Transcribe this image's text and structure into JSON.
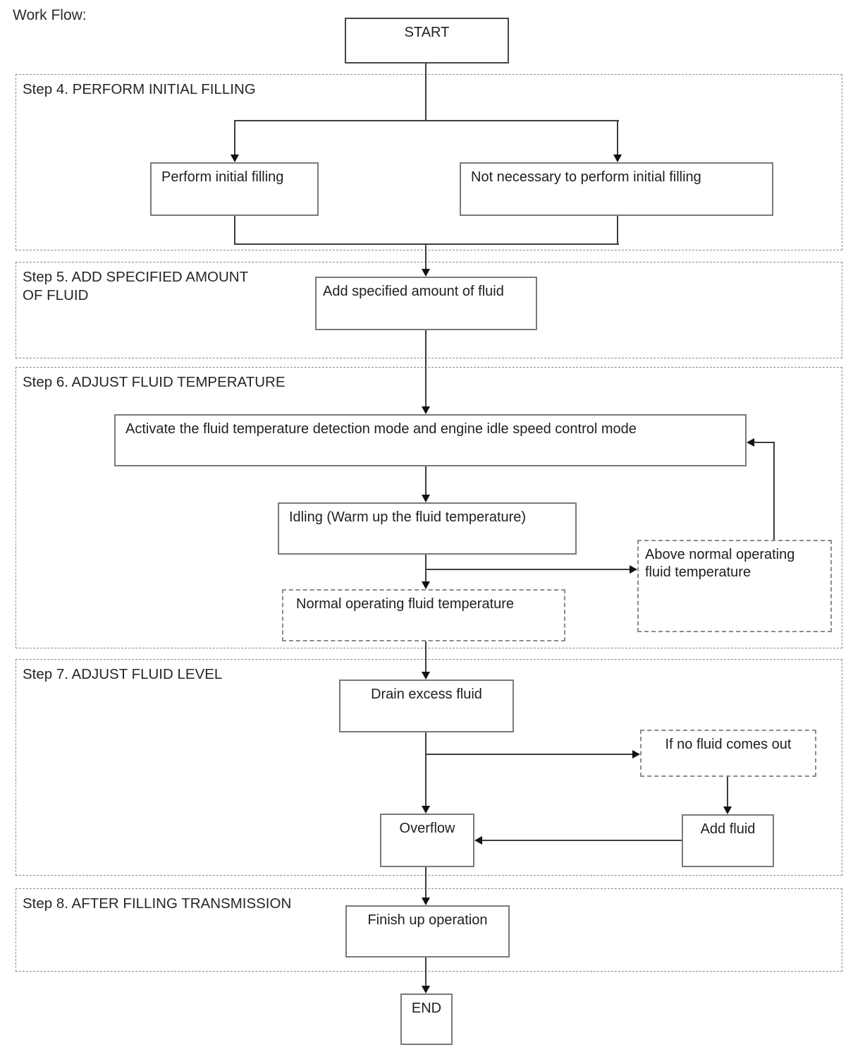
{
  "header": {
    "label": "Work Flow:"
  },
  "colors": {
    "background": "#ffffff",
    "text": "#1f1f1f",
    "flow_line": "#3d3d3d",
    "arrowhead": "#111111",
    "solid_box_border": "#7a7a7a",
    "start_box_border": "#454545",
    "dashed_border": "#8c8c8c"
  },
  "flowchart": {
    "start_label": "START",
    "end_label": "END",
    "sections": [
      {
        "title": "Step 4. PERFORM INITIAL FILLING"
      },
      {
        "title": "Step 5. ADD SPECIFIED AMOUNT",
        "title_line2": "OF FLUID"
      },
      {
        "title": "Step 6. ADJUST FLUID TEMPERATURE"
      },
      {
        "title": "Step 7. ADJUST FLUID LEVEL"
      },
      {
        "title": "Step 8. AFTER FILLING TRANSMISSION"
      }
    ],
    "nodes": {
      "perform_initial_filling": "Perform initial filling",
      "not_necessary_initial_filling": "Not necessary to perform initial filling",
      "add_specified_amount": "Add specified amount of fluid",
      "activate_detection_mode": "Activate the fluid temperature detection mode and engine idle speed control mode",
      "idling_warm_up": "Idling (Warm up the fluid temperature)",
      "normal_operating_temp": "Normal operating fluid temperature",
      "above_normal_operating_temp": "Above normal operating fluid temperature",
      "drain_excess_fluid": "Drain excess fluid",
      "if_no_fluid_comes_out": "If no fluid comes out",
      "overflow": "Overflow",
      "add_fluid": "Add fluid",
      "finish_up_operation": "Finish up operation"
    }
  }
}
